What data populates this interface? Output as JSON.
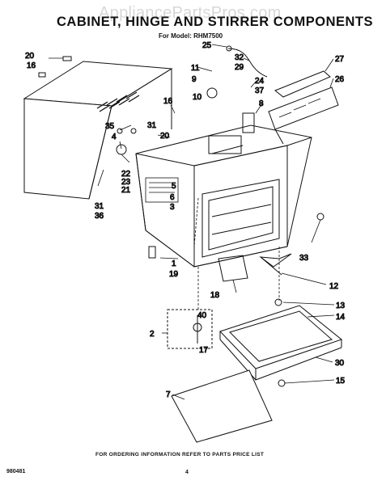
{
  "header": {
    "title": "CABINET, HINGE AND STIRRER COMPONENTS",
    "watermark": "AppliancePartsPros.com",
    "model_line": "For Model: RHM7500"
  },
  "footer": {
    "ordering_note": "FOR ORDERING INFORMATION REFER TO PARTS PRICE LIST",
    "doc_number": "980481",
    "page_number": "4"
  },
  "part_labels": [
    "20",
    "16",
    "25",
    "32",
    "29",
    "27",
    "11",
    "24",
    "37",
    "26",
    "9",
    "8",
    "10",
    "16",
    "35",
    "4",
    "31",
    "20",
    "22",
    "23",
    "21",
    "31",
    "36",
    "5",
    "6",
    "3",
    "33",
    "1",
    "19",
    "12",
    "18",
    "13",
    "14",
    "40",
    "2",
    "17",
    "30",
    "15",
    "7"
  ]
}
